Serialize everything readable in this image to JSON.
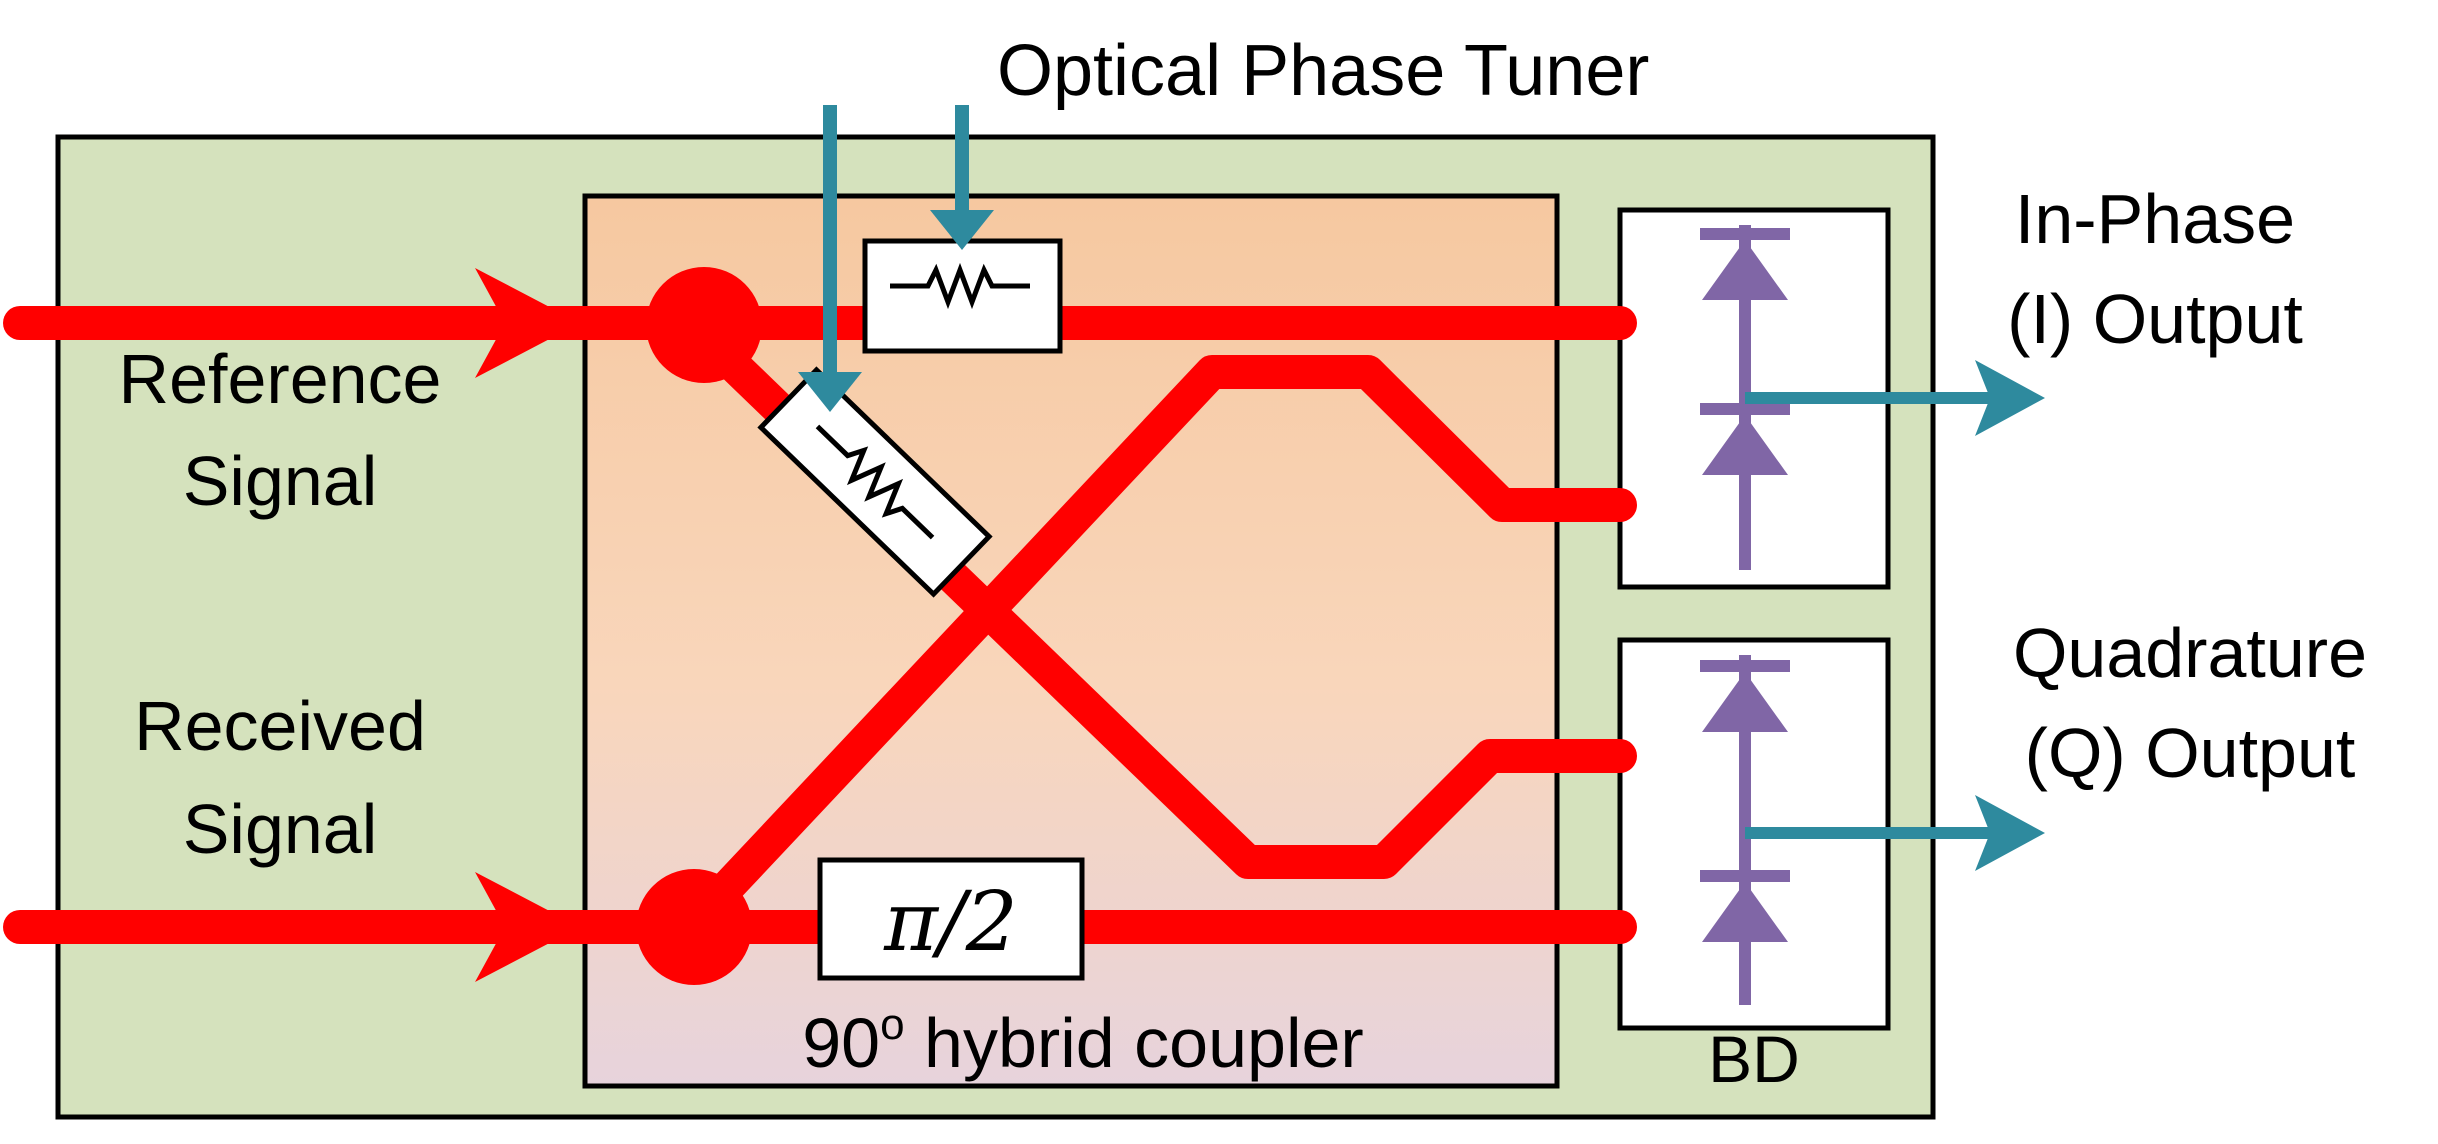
{
  "labels": {
    "optical_phase_tuner": "Optical Phase Tuner",
    "reference_signal": [
      "Reference",
      "Signal"
    ],
    "received_signal": [
      "Received",
      "Signal"
    ],
    "in_phase_output": [
      "In-Phase",
      "(I) Output"
    ],
    "quadrature_output": [
      "Quadrature",
      "(Q) Output"
    ],
    "pi_over_2": "π/2",
    "coupler_number": "90",
    "coupler_degree": "o",
    "coupler_text": " hybrid coupler",
    "balanced_detector": "BD"
  },
  "colors": {
    "outer_box": "#d5e2bd",
    "coupler_top": "#f6c8a0",
    "coupler_mid": "#f9d4b8",
    "coupler_bottom": "#e6d2dc",
    "waveguide": "#ff0000",
    "control": "#2e8a9e",
    "photodiode": "#8066a6"
  }
}
